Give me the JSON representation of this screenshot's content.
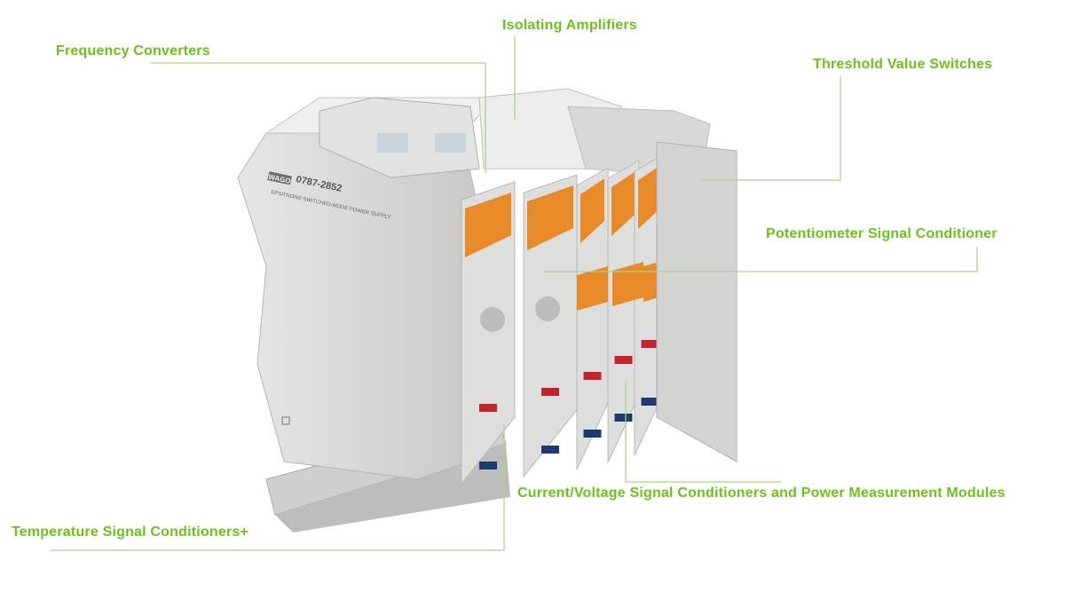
{
  "labels": {
    "frequency": "Frequency Converters",
    "isolating": "Isolating Amplifiers",
    "threshold": "Threshold Value Switches",
    "potentiometer": "Potentiometer Signal Conditioner",
    "current_voltage": "Current/Voltage Signal Conditioners and Power Measurement Modules",
    "temperature": "Temperature Signal Conditioners+"
  },
  "device": {
    "model": "0787-2852",
    "product": "EPSITRON® SWITCHED-MODE POWER SUPPLY",
    "brand": "WAGO"
  },
  "colors": {
    "label_green": "#6cc21a",
    "leader_line": "#a9d58a",
    "housing": "#dcdcda",
    "terminal_orange": "#e8892a",
    "tab_red": "#c4232c",
    "tab_blue": "#1f3a6e"
  }
}
